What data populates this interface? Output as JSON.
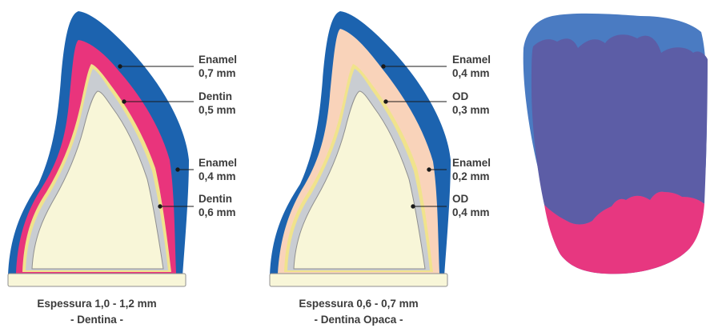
{
  "colors": {
    "enamel": "#1C63AF",
    "dentin": "#E9347C",
    "opaque_dentin": "#F9D3BA",
    "core": "#F8F6D8",
    "cement": "#C9CDD2",
    "liner": "#F0E38C",
    "crown_top": "#4A7BC2",
    "crown_mid": "#5C5DA6",
    "crown_bottom": "#E73780",
    "text": "#3b3b3b",
    "leader": "#1a1a1a"
  },
  "left_tooth": {
    "labels": [
      {
        "name": "Enamel",
        "value": "0,7 mm"
      },
      {
        "name": "Dentin",
        "value": "0,5 mm"
      },
      {
        "name": "Enamel",
        "value": "0,4 mm"
      },
      {
        "name": "Dentin",
        "value": "0,6 mm"
      }
    ],
    "caption": {
      "line1": "Espessura 1,0 - 1,2 mm",
      "line2": "- Dentina -"
    }
  },
  "middle_tooth": {
    "labels": [
      {
        "name": "Enamel",
        "value": "0,4 mm"
      },
      {
        "name": "OD",
        "value": "0,3 mm"
      },
      {
        "name": "Enamel",
        "value": "0,2 mm"
      },
      {
        "name": "OD",
        "value": "0,4 mm"
      }
    ],
    "caption": {
      "line1": "Espessura 0,6 - 0,7 mm",
      "line2": "- Dentina Opaca -"
    }
  }
}
